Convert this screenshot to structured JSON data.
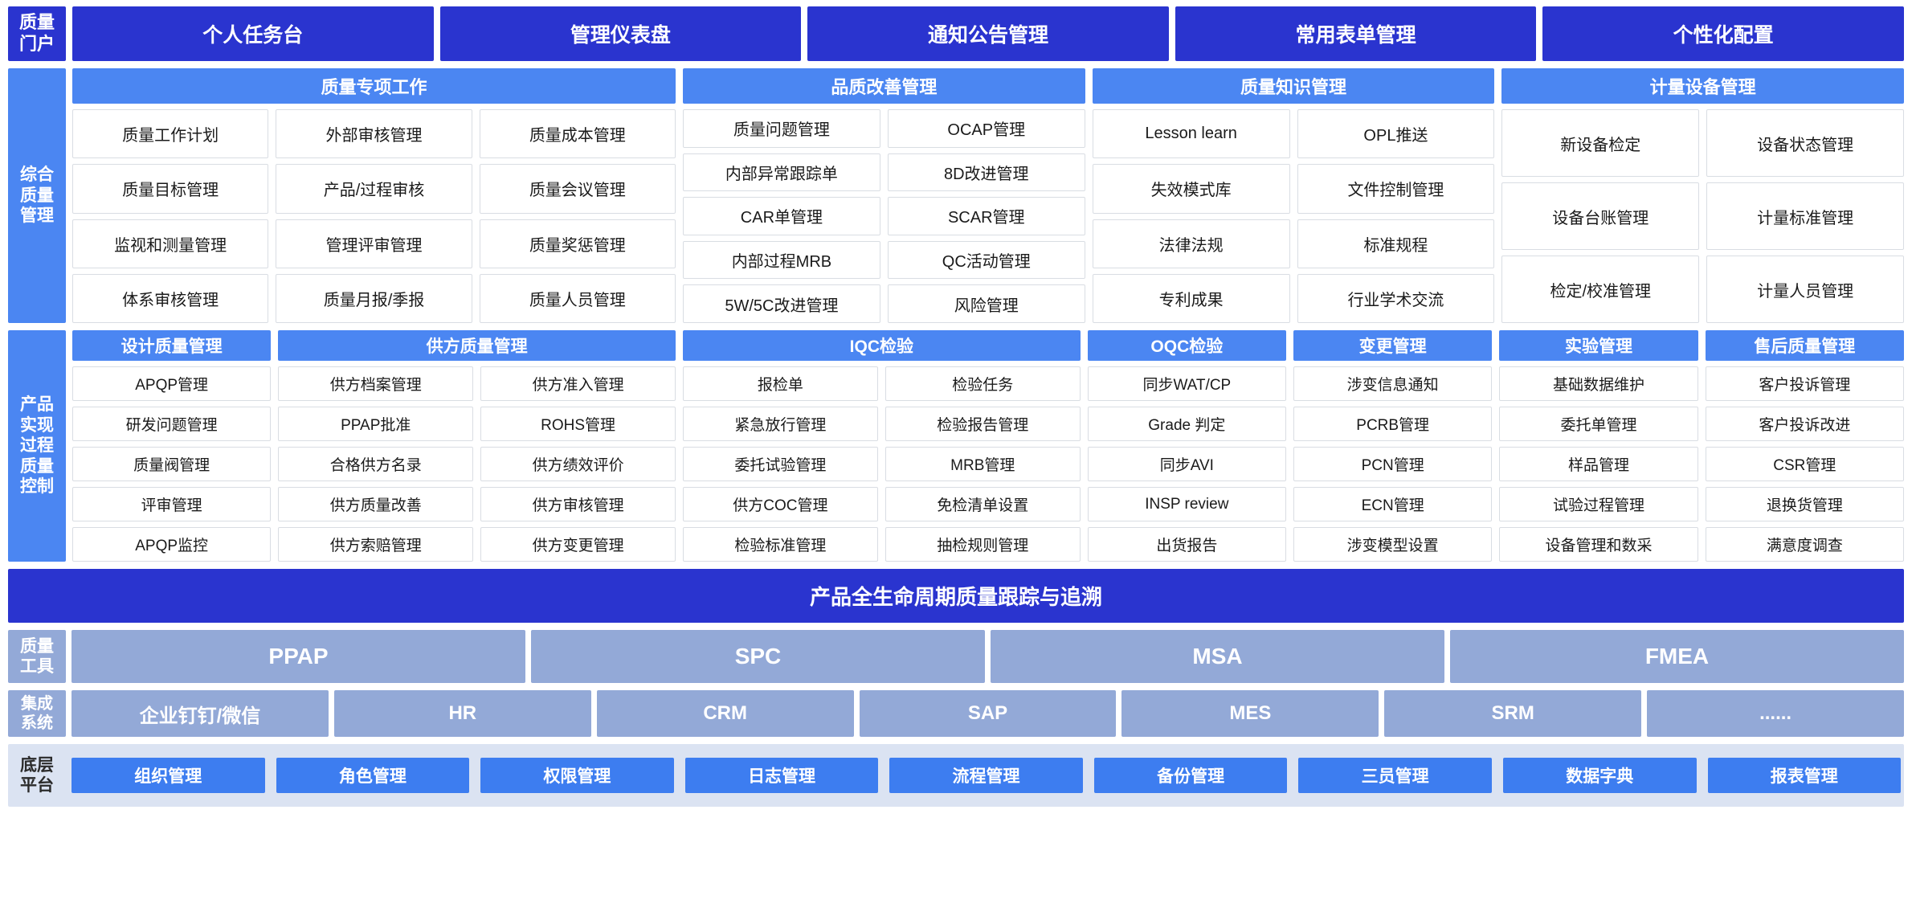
{
  "colors": {
    "dark_blue": "#2a34cf",
    "mid_blue": "#4b86f2",
    "muted_blue": "#93a9d7",
    "platform_bg": "#dbe3f2",
    "platform_button": "#3d7df0"
  },
  "portal": {
    "side_label": "质量\n门户",
    "tiles": [
      "个人任务台",
      "管理仪表盘",
      "通知公告管理",
      "常用表单管理",
      "个性化配置"
    ]
  },
  "comprehensive": {
    "side_label": "综合\n质量\n管理",
    "groups": [
      {
        "title": "质量专项工作",
        "columns": [
          [
            "质量工作计划",
            "质量目标管理",
            "监视和测量管理",
            "体系审核管理"
          ],
          [
            "外部审核管理",
            "产品/过程审核",
            "管理评审管理",
            "质量月报/季报"
          ],
          [
            "质量成本管理",
            "质量会议管理",
            "质量奖惩管理",
            "质量人员管理"
          ]
        ]
      },
      {
        "title": "品质改善管理",
        "columns": [
          [
            "质量问题管理",
            "内部异常跟踪单",
            "CAR单管理",
            "内部过程MRB",
            "5W/5C改进管理"
          ],
          [
            "OCAP管理",
            "8D改进管理",
            "SCAR管理",
            "QC活动管理",
            "风险管理"
          ]
        ]
      },
      {
        "title": "质量知识管理",
        "columns": [
          [
            "Lesson learn",
            "失效模式库",
            "法律法规",
            "专利成果"
          ],
          [
            "OPL推送",
            "文件控制管理",
            "标准规程",
            "行业学术交流"
          ]
        ]
      },
      {
        "title": "计量设备管理",
        "columns": [
          [
            "新设备检定",
            "设备台账管理",
            "检定/校准管理"
          ],
          [
            "设备状态管理",
            "计量标准管理",
            "计量人员管理"
          ]
        ]
      }
    ]
  },
  "product": {
    "side_label": "产品\n实现\n过程\n质量\n控制",
    "groups": [
      {
        "title": "设计质量管理",
        "columns": [
          [
            "APQP管理",
            "研发问题管理",
            "质量阀管理",
            "评审管理",
            "APQP监控"
          ]
        ]
      },
      {
        "title": "供方质量管理",
        "columns": [
          [
            "供方档案管理",
            "PPAP批准",
            "合格供方名录",
            "供方质量改善",
            "供方索赔管理"
          ],
          [
            "供方准入管理",
            "ROHS管理",
            "供方绩效评价",
            "供方审核管理",
            "供方变更管理"
          ]
        ]
      },
      {
        "title": "IQC检验",
        "columns": [
          [
            "报检单",
            "紧急放行管理",
            "委托试验管理",
            "供方COC管理",
            "检验标准管理"
          ],
          [
            "检验任务",
            "检验报告管理",
            "MRB管理",
            "免检清单设置",
            "抽检规则管理"
          ]
        ]
      },
      {
        "title": "OQC检验",
        "columns": [
          [
            "同步WAT/CP",
            "Grade 判定",
            "同步AVI",
            "INSP review",
            "出货报告"
          ]
        ]
      },
      {
        "title": "变更管理",
        "columns": [
          [
            "涉变信息通知",
            "PCRB管理",
            "PCN管理",
            "ECN管理",
            "涉变模型设置"
          ]
        ]
      },
      {
        "title": "实验管理",
        "columns": [
          [
            "基础数据维护",
            "委托单管理",
            "样品管理",
            "试验过程管理",
            "设备管理和数采"
          ]
        ]
      },
      {
        "title": "售后质量管理",
        "columns": [
          [
            "客户投诉管理",
            "客户投诉改进",
            "CSR管理",
            "退换货管理",
            "满意度调查"
          ]
        ]
      }
    ]
  },
  "lifecycle": {
    "title": "产品全生命周期质量跟踪与追溯"
  },
  "tools": {
    "side_label": "质量\n工具",
    "cells": [
      "PPAP",
      "SPC",
      "MSA",
      "FMEA"
    ]
  },
  "integration": {
    "side_label": "集成\n系统",
    "cells": [
      "企业钉钉/微信",
      "HR",
      "CRM",
      "SAP",
      "MES",
      "SRM",
      "......"
    ]
  },
  "platform": {
    "side_label": "底层\n平台",
    "cells": [
      "组织管理",
      "角色管理",
      "权限管理",
      "日志管理",
      "流程管理",
      "备份管理",
      "三员管理",
      "数据字典",
      "报表管理"
    ]
  }
}
